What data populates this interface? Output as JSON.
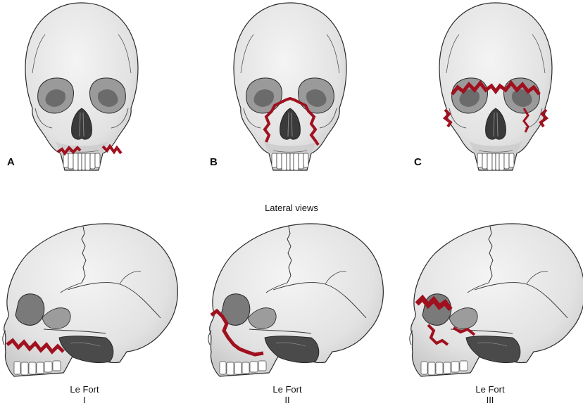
{
  "frontal": {
    "panels": [
      {
        "letter": "A"
      },
      {
        "letter": "B"
      },
      {
        "letter": "C"
      }
    ]
  },
  "lateral": {
    "heading": "Lateral views",
    "captions": [
      {
        "line1": "Le Fort",
        "line2": "I"
      },
      {
        "line1": "Le Fort",
        "line2": "II"
      },
      {
        "line1": "Le Fort",
        "line2": "III"
      }
    ]
  },
  "colors": {
    "bone": "#e6e6e6",
    "shadow": "#8f8f8f",
    "dark": "#3a3a3a",
    "fracture": "#a0101e",
    "outline": "#2a2a2a"
  }
}
